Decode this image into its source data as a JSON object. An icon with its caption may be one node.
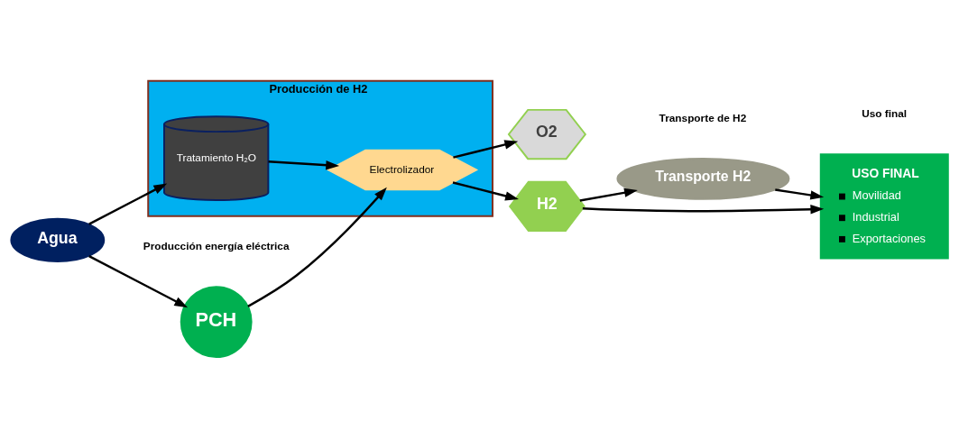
{
  "diagram": {
    "nodes": [
      {
        "text": [
          "PCH"
        ],
        "beside": [
          "Producción energía eléctrica"
        ]
      },
      {
        "text": [
          "Producción de H2"
        ]
      },
      {
        "text": [
          "Electrolizador"
        ],
        "in": 1
      },
      {
        "text": [
          "Tratamiento H₂O"
        ],
        "in": 1
      },
      {
        "text": [
          "Agua"
        ]
      },
      {
        "text": [
          "O2"
        ]
      },
      {
        "text": [
          "H2"
        ]
      },
      {
        "text": [
          "Transporte H2"
        ],
        "beside": [
          "Transporte de H2"
        ]
      },
      {
        "text": [
          "USO FINAL",
          "Movilidad",
          "Industrial",
          "Exportaciones"
        ],
        "beside": [
          "Uso final"
        ]
      }
    ],
    "edges": [
      {
        "from": 0,
        "to": 2,
        "arrow": "to"
      },
      {
        "from": 4,
        "to": 3,
        "arrow": "to"
      },
      {
        "from": 3,
        "to": 2,
        "arrow": "to"
      },
      {
        "from": 4,
        "to": 0,
        "arrow": "to"
      },
      {
        "from": 2,
        "to": 5,
        "arrow": "to"
      },
      {
        "from": 2,
        "to": 6,
        "arrow": "to"
      },
      {
        "from": 6,
        "to": 7,
        "arrow": "to"
      },
      {
        "from": 7,
        "to": 8,
        "arrow": "to"
      },
      {
        "from": 6,
        "to": 8,
        "arrow": "to"
      }
    ]
  }
}
